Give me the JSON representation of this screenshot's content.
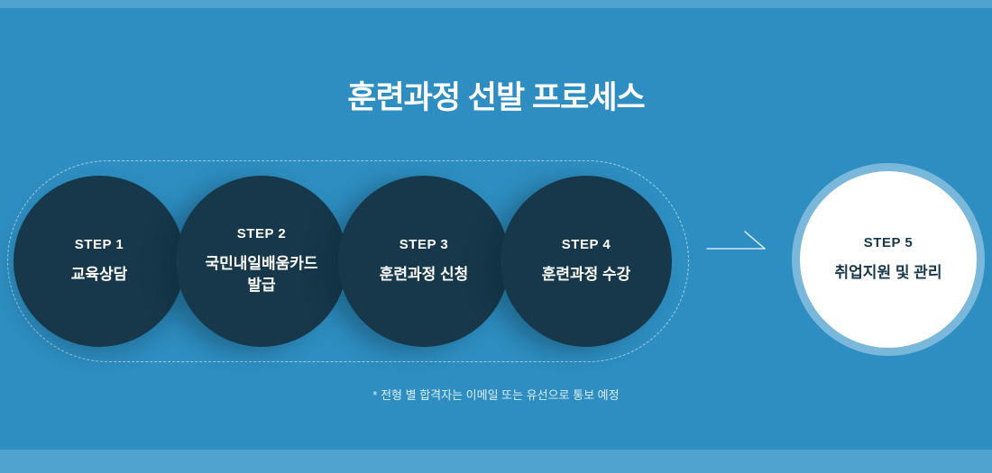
{
  "title": "훈련과정 선발 프로세스",
  "note": "* 전형 별 합격자는 이메일 또는 유선으로 통보 예정",
  "steps": [
    {
      "label": "STEP 1",
      "text": "교육상담"
    },
    {
      "label": "STEP 2",
      "text": "국민내일배움카드 발급"
    },
    {
      "label": "STEP 3",
      "text": "훈련과정 신청"
    },
    {
      "label": "STEP 4",
      "text": "훈련과정 수강"
    },
    {
      "label": "STEP 5",
      "text": "취업지원 및 관리"
    }
  ],
  "icons": {
    "arrow": "arrow-right-icon"
  },
  "colors": {
    "background": "#2E8EC1",
    "band": "#4FA3CE",
    "step_circle": "#17384A",
    "final_ring": "#79B7DB",
    "final_background": "#FFFFFF",
    "text_light": "#FFFFFF",
    "text_dark": "#17384A",
    "dashed_outline": "rgba(255,255,255,0.55)"
  }
}
